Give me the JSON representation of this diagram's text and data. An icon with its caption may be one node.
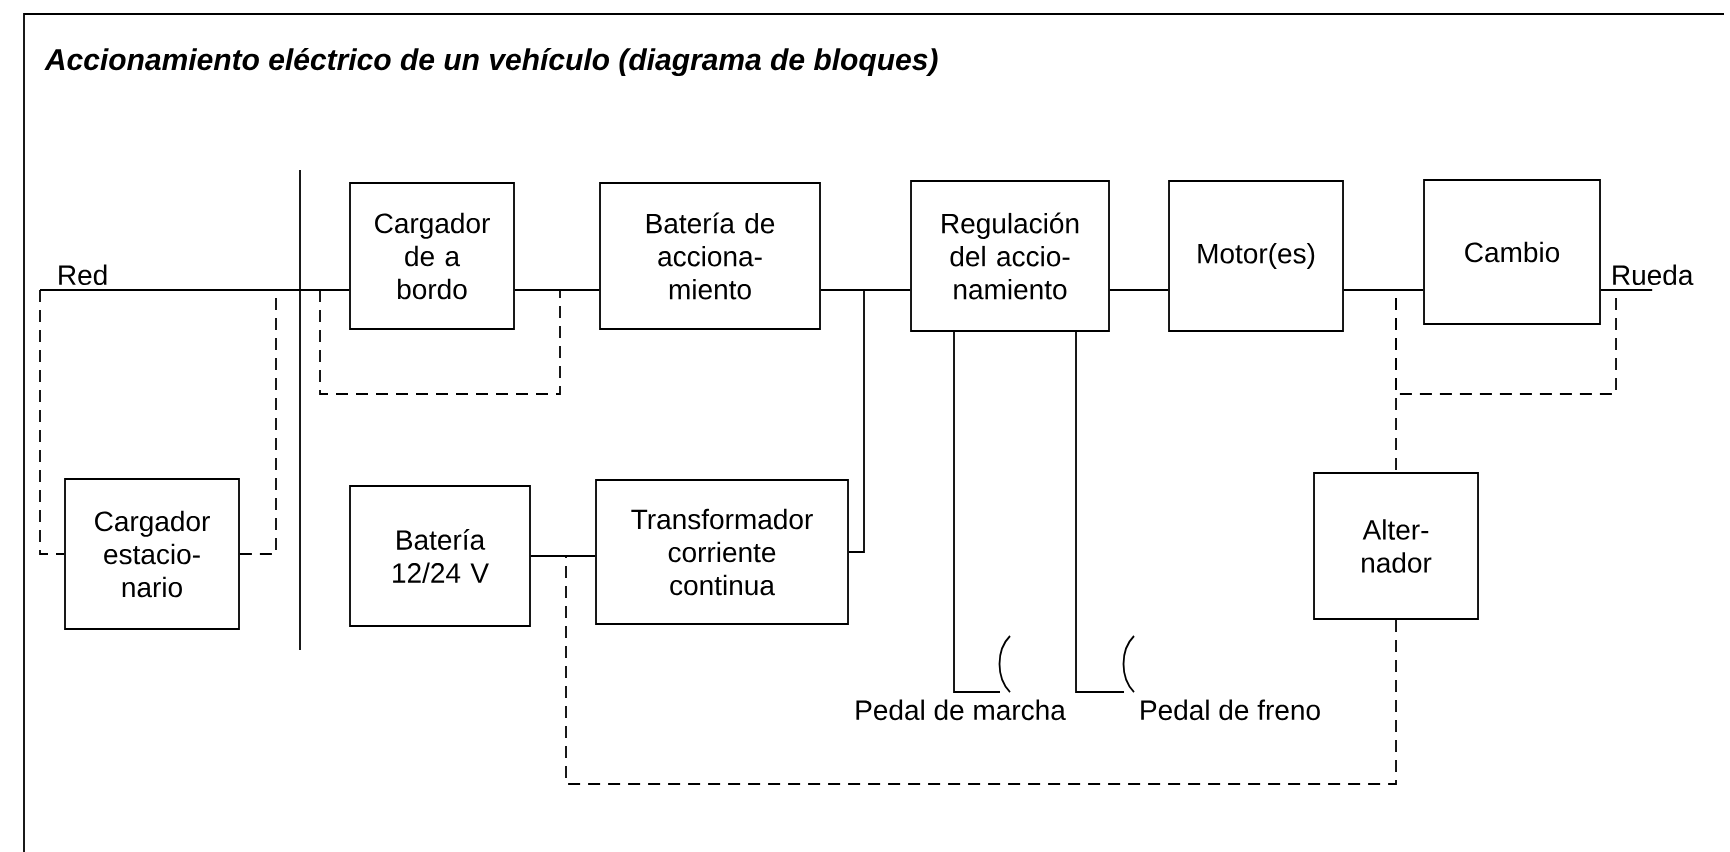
{
  "diagram": {
    "title": "Accionamiento eléctrico de un vehículo (diagrama de bloques)",
    "nodes": [
      {
        "text": [
          "Red"
        ]
      },
      {
        "text": [
          "Cargador de a bordo"
        ]
      },
      {
        "text": [
          "Batería de acciona- miento"
        ]
      },
      {
        "text": [
          "Regulación del accio- namiento"
        ]
      },
      {
        "text": [
          "Motor(es)"
        ]
      },
      {
        "text": [
          "Cambio"
        ]
      },
      {
        "text": [
          "Rueda"
        ]
      },
      {
        "text": [
          "Cargador estacio- nario"
        ]
      },
      {
        "text": [
          "Batería 12/24 V"
        ]
      },
      {
        "text": [
          "Transformador corriente continua"
        ]
      },
      {
        "text": [
          "Alter- nador"
        ]
      },
      {
        "text": [
          "Pedal de marcha"
        ]
      },
      {
        "text": [
          "Pedal de freno"
        ]
      }
    ],
    "edges": [
      {
        "from": 0,
        "to": 1,
        "arrow": "none"
      },
      {
        "from": 0,
        "to": 7,
        "arrow": "none",
        "style": "dashed"
      },
      {
        "from": 7,
        "to": 1,
        "arrow": "none",
        "style": "dashed"
      },
      {
        "from": 0,
        "to": 2,
        "arrow": "none",
        "style": "dashed"
      },
      {
        "from": 1,
        "to": 2,
        "arrow": "none"
      },
      {
        "from": 2,
        "to": 3,
        "arrow": "none"
      },
      {
        "from": 3,
        "to": 4,
        "arrow": "none"
      },
      {
        "from": 4,
        "to": 5,
        "arrow": "none"
      },
      {
        "from": 5,
        "to": 6,
        "arrow": "none"
      },
      {
        "from": 4,
        "to": 6,
        "arrow": "none",
        "style": "dashed"
      },
      {
        "from": 2,
        "to": 9,
        "arrow": "none"
      },
      {
        "from": 8,
        "to": 9,
        "arrow": "none"
      },
      {
        "from": 4,
        "to": 10,
        "arrow": "none",
        "style": "dashed"
      },
      {
        "from": 10,
        "to": 8,
        "arrow": "none",
        "style": "dashed"
      },
      {
        "from": 3,
        "to": 11,
        "arrow": "none"
      },
      {
        "from": 3,
        "to": 12,
        "arrow": "none"
      }
    ]
  }
}
